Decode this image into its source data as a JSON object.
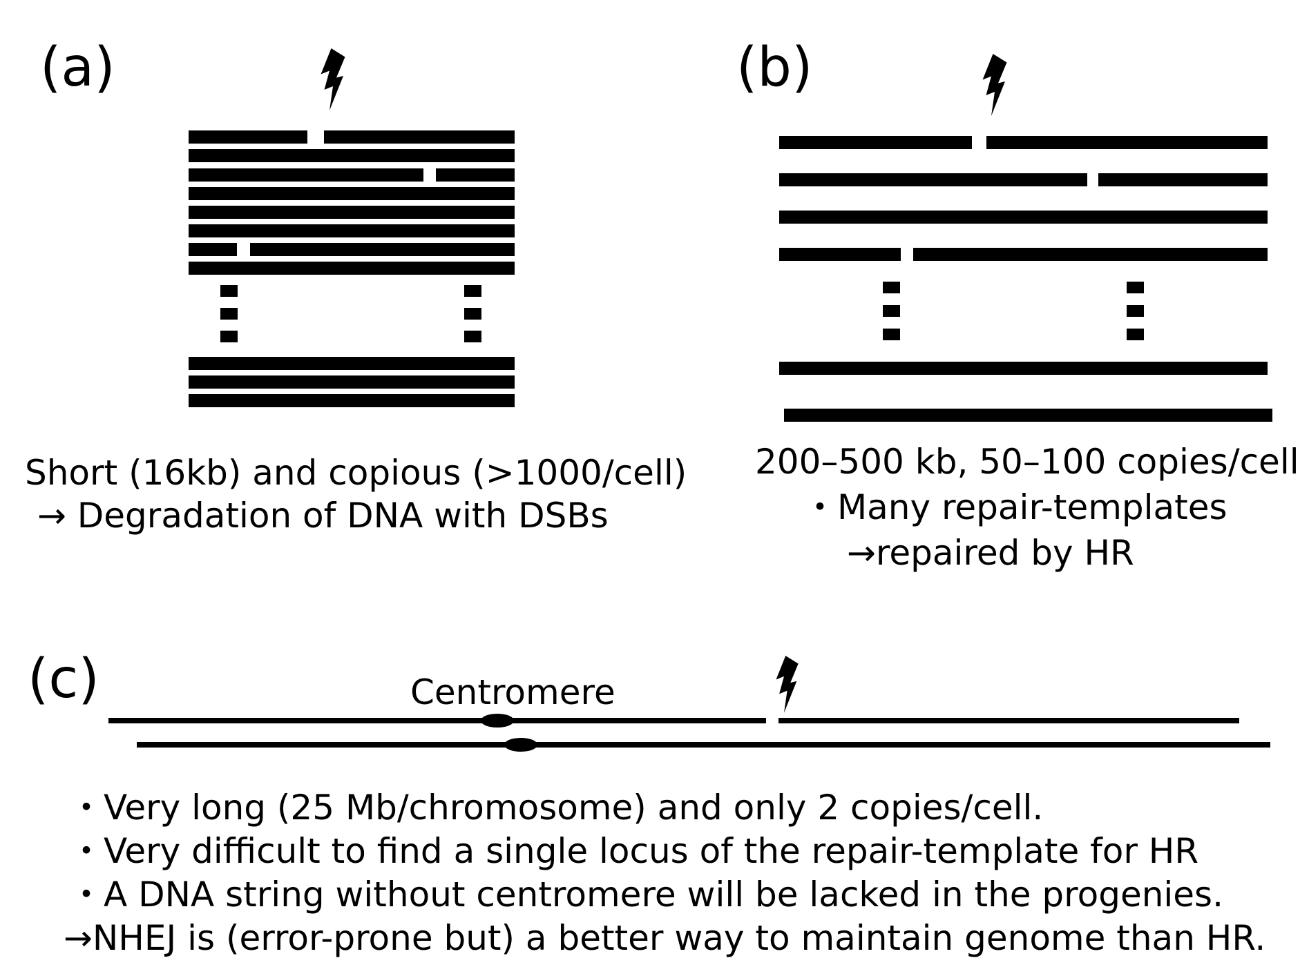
{
  "panels": {
    "a": {
      "label": "(a)",
      "caption_lines": [
        "Short (16kb) and copious (>1000/cell)",
        "→ Degradation of DNA with DSBs"
      ]
    },
    "b": {
      "label": "(b)",
      "caption_lines": [
        "200–500 kb, 50–100 copies/cell",
        "・Many repair-templates",
        "→repaired by HR"
      ]
    },
    "c": {
      "label": "(c)",
      "centromere_label": "Centromere",
      "caption_lines": [
        "・Very long (25 Mb/chromosome) and only 2 copies/cell.",
        "・Very difficult to find a single locus of the repair-template for HR",
        "・A DNA string without centromere will be lacked in the progenies.",
        "→NHEJ is (error-prone but) a better way to maintain genome than HR."
      ]
    }
  },
  "colors": {
    "ink": "#000000",
    "background": "#ffffff"
  },
  "icons": [
    "lightning-bolt-icon"
  ]
}
